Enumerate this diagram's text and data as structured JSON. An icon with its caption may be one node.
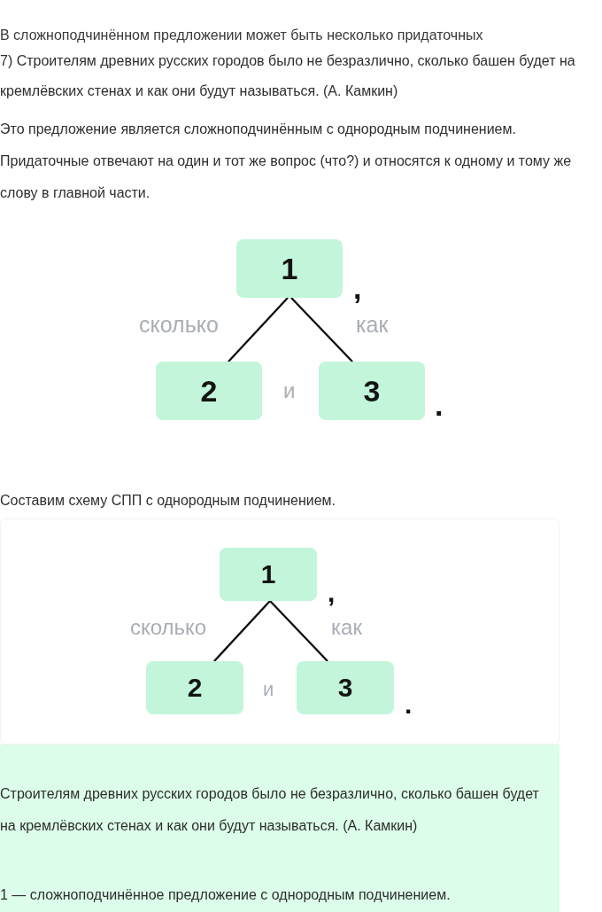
{
  "diagram": {
    "nodes": [
      {
        "text": [
          "1"
        ]
      },
      {
        "text": [
          "2"
        ]
      },
      {
        "text": [
          "3"
        ]
      },
      {
        "text": [
          "1"
        ]
      },
      {
        "text": [
          "2"
        ]
      },
      {
        "text": [
          "3"
        ]
      }
    ],
    "edges": [
      {
        "from": 0,
        "to": 1,
        "arrow": "none",
        "label": "сколько"
      },
      {
        "from": 0,
        "to": 2,
        "arrow": "none",
        "label": "как"
      },
      {
        "from": 3,
        "to": 4,
        "arrow": "none",
        "label": "сколько"
      },
      {
        "from": 3,
        "to": 5,
        "arrow": "none",
        "label": "как"
      }
    ],
    "labels": [
      "В сложноподчинённом предложении может быть несколько придаточных",
      "7) Строителям древних русских городов было не безразлично, сколько башен будет на кремлёвских стенах и как они будут называться. (А. Камкин)",
      "Это предложение является сложноподчинённым с однородным подчинением. Придаточные отвечают на один и тот же вопрос (что?) и относятся к одному и тому же слову в главной части.",
      ",",
      "и",
      ".",
      "Составим схему СПП с однородным подчинением.",
      ",",
      "и",
      ".",
      "Строителям древних русских городов было не безразлично, сколько башен будет на кремлёвских стенах и как они будут называться. (А. Камкин)",
      "1 — сложноподчинённое предложение с однородным подчинением."
    ]
  }
}
